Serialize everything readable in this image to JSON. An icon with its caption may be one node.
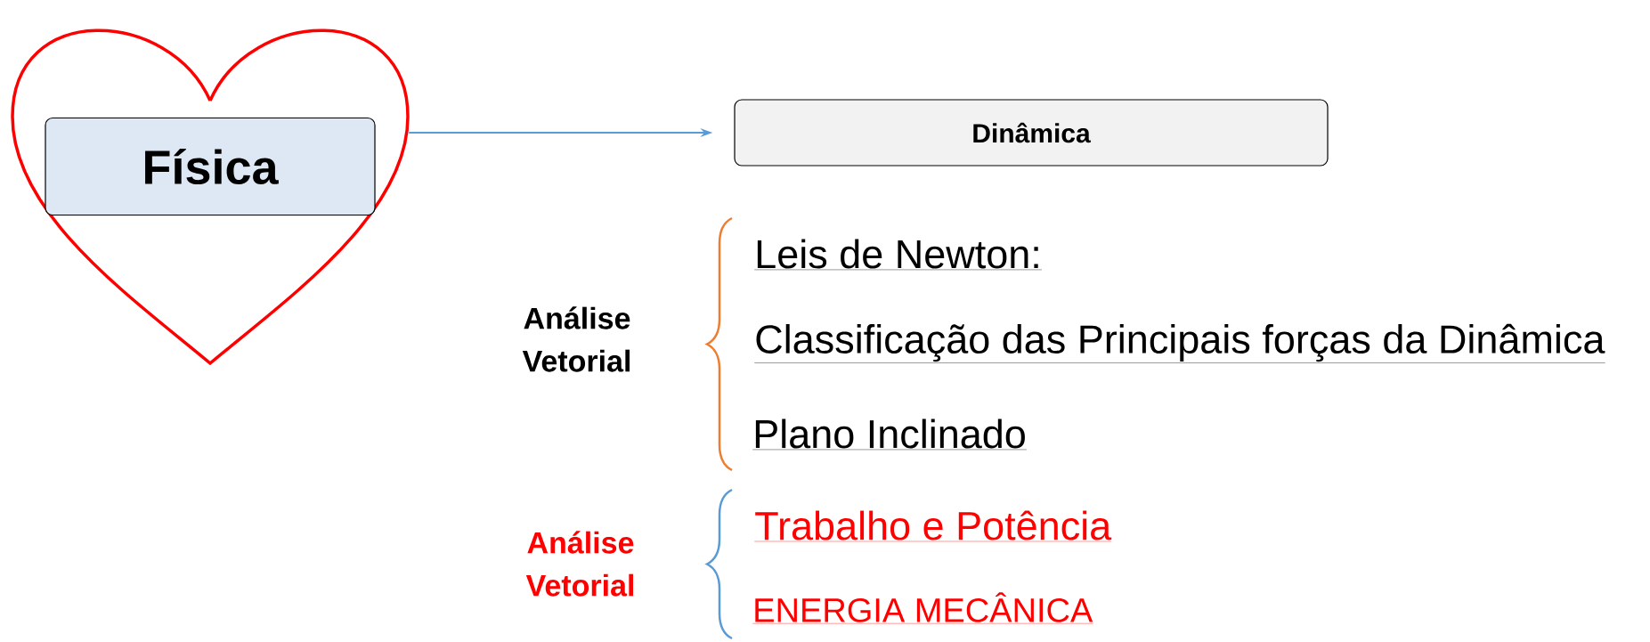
{
  "diagram": {
    "nodes": [
      {
        "text": [],
        "shape": "heart"
      },
      {
        "text": [
          "Física"
        ],
        "in": 0
      },
      {
        "text": [
          "Dinâmica"
        ]
      }
    ],
    "edges": [
      {
        "from": 0,
        "to": 2,
        "arrow": "to",
        "color": "#5b9bd5"
      }
    ],
    "labels": [
      "Leis de Newton:",
      "Análise Vetorial",
      "Classificação das Principais forças da Dinâmica",
      "Plano Inclinado",
      "Análise Vetorial",
      "Trabalho e Potência",
      "ENERGIA MECÂNICA"
    ]
  }
}
